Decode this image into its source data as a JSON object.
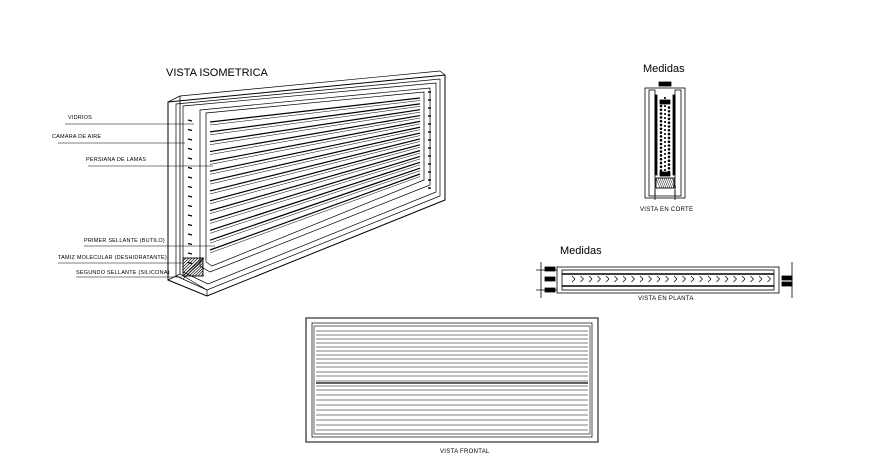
{
  "isometric": {
    "title": "VISTA ISOMETRICA",
    "labels": {
      "vidrios": "VIDRIOS",
      "camara": "CAMARA DE AIRE",
      "persiana": "PERSIANA DE LAMAS",
      "primer": "PRIMER SELLANTE (BUTILO)",
      "tamiz": "TAMIZ MOLECULAR (DESHIDRATANTE)",
      "segundo": "SEGUNDO SELLANTE (SILICONA)"
    }
  },
  "section": {
    "title": "Medidas",
    "caption": "VISTA EN CORTE"
  },
  "plan": {
    "title": "Medidas",
    "caption": "VISTA EN PLANTA"
  },
  "front": {
    "caption": "VISTA FRONTAL"
  }
}
